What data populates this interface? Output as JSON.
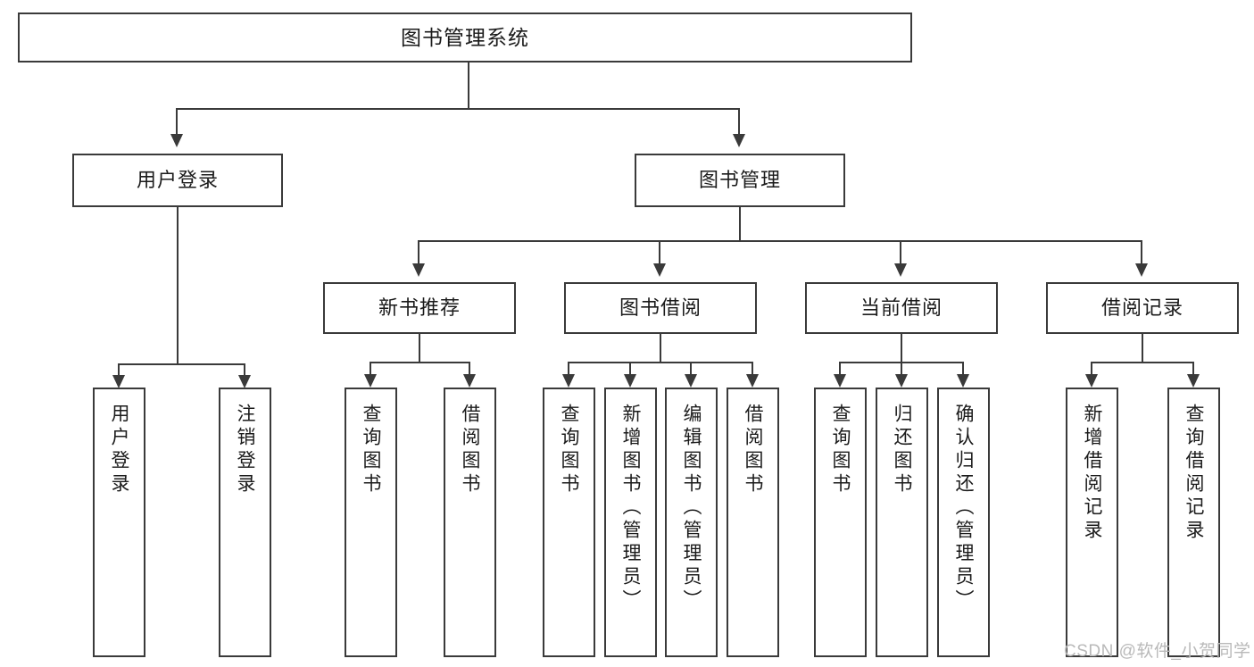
{
  "diagram": {
    "type": "tree-hierarchy",
    "title": "图书管理系统",
    "watermark": "CSDN @软件_小贺同学",
    "colors": {
      "box_border": "#3a3a3a",
      "box_fill": "#ffffff",
      "connector": "#3a3a3a",
      "text": "#1b1b1b",
      "watermark": "#b9b9b9",
      "background": "#ffffff"
    },
    "root": {
      "label": "图书管理系统"
    },
    "level1": [
      {
        "label": "用户登录"
      },
      {
        "label": "图书管理"
      }
    ],
    "level2": [
      {
        "label": "新书推荐"
      },
      {
        "label": "图书借阅"
      },
      {
        "label": "当前借阅"
      },
      {
        "label": "借阅记录"
      }
    ],
    "leaves": [
      {
        "label": "用户登录",
        "parent": "用户登录"
      },
      {
        "label": "注销登录",
        "parent": "用户登录"
      },
      {
        "label": "查询图书",
        "parent": "新书推荐"
      },
      {
        "label": "借阅图书",
        "parent": "新书推荐"
      },
      {
        "label": "查询图书",
        "parent": "图书借阅"
      },
      {
        "label": "新增图书（管理员）",
        "parent": "图书借阅"
      },
      {
        "label": "编辑图书（管理员）",
        "parent": "图书借阅"
      },
      {
        "label": "借阅图书",
        "parent": "图书借阅"
      },
      {
        "label": "查询图书",
        "parent": "当前借阅"
      },
      {
        "label": "归还图书",
        "parent": "当前借阅"
      },
      {
        "label": "确认归还（管理员）",
        "parent": "当前借阅"
      },
      {
        "label": "新增借阅记录",
        "parent": "借阅记录"
      },
      {
        "label": "查询借阅记录",
        "parent": "借阅记录"
      }
    ]
  }
}
